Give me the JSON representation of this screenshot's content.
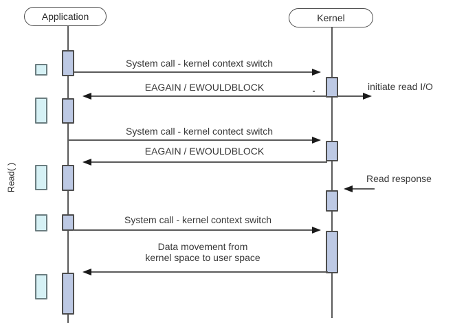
{
  "diagram_type": "sequence-diagram",
  "side_label": "Read( )",
  "actors": [
    {
      "id": "application",
      "label": "Application"
    },
    {
      "id": "kernel",
      "label": "Kernel"
    }
  ],
  "messages": {
    "syscall1": "System call - kernel context switch",
    "eagain1": "EAGAIN / EWOULDBLOCK",
    "initiate_read": "initiate read I/O",
    "syscall2": "System call - kernel contect switch",
    "eagain2": "EAGAIN / EWOULDBLOCK",
    "read_response": "Read response",
    "syscall3": "System call - kernel context switch",
    "data_movement_line1": "Data movement from",
    "data_movement_line2": "kernel space to user space"
  },
  "colors": {
    "activation_fill": "#bdc9e4",
    "activation_border": "#4d4d4d",
    "buffer_fill": "#d6f1f5",
    "buffer_border": "#6b7d80",
    "line": "#5a5a5a",
    "arrowhead": "#1a1a1a",
    "text": "#333333",
    "background": "#ffffff"
  }
}
